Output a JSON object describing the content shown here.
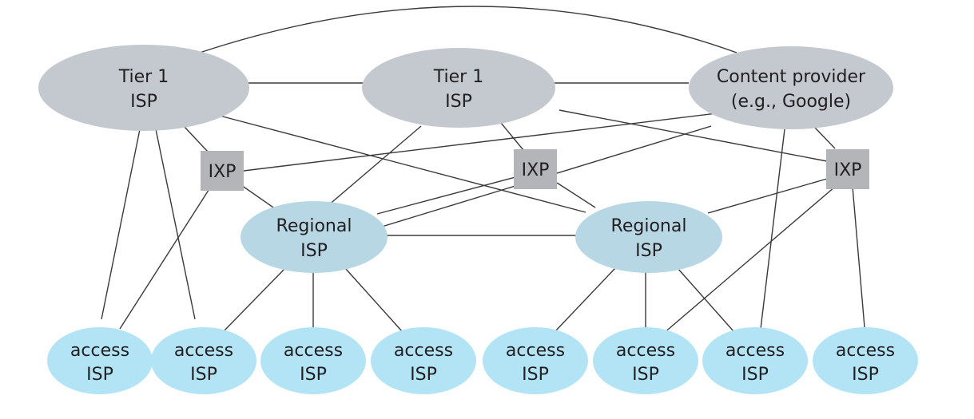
{
  "colors": {
    "tier1": "#c3c9cf",
    "ixp": "#b3b5b8",
    "regional": "#b7d7e4",
    "access": "#b2e4f6",
    "link": "#3a3a3a",
    "text": "#231f20"
  },
  "nodes": {
    "tier1_a": {
      "line1": "Tier 1",
      "line2": "ISP"
    },
    "tier1_b": {
      "line1": "Tier 1",
      "line2": "ISP"
    },
    "content_provider": {
      "line1": "Content provider",
      "line2": "(e.g., Google)"
    },
    "ixp_1": {
      "label": "IXP"
    },
    "ixp_2": {
      "label": "IXP"
    },
    "ixp_3": {
      "label": "IXP"
    },
    "regional_a": {
      "line1": "Regional",
      "line2": "ISP"
    },
    "regional_b": {
      "line1": "Regional",
      "line2": "ISP"
    },
    "access": [
      {
        "line1": "access",
        "line2": "ISP"
      },
      {
        "line1": "access",
        "line2": "ISP"
      },
      {
        "line1": "access",
        "line2": "ISP"
      },
      {
        "line1": "access",
        "line2": "ISP"
      },
      {
        "line1": "access",
        "line2": "ISP"
      },
      {
        "line1": "access",
        "line2": "ISP"
      },
      {
        "line1": "access",
        "line2": "ISP"
      },
      {
        "line1": "access",
        "line2": "ISP"
      }
    ]
  }
}
